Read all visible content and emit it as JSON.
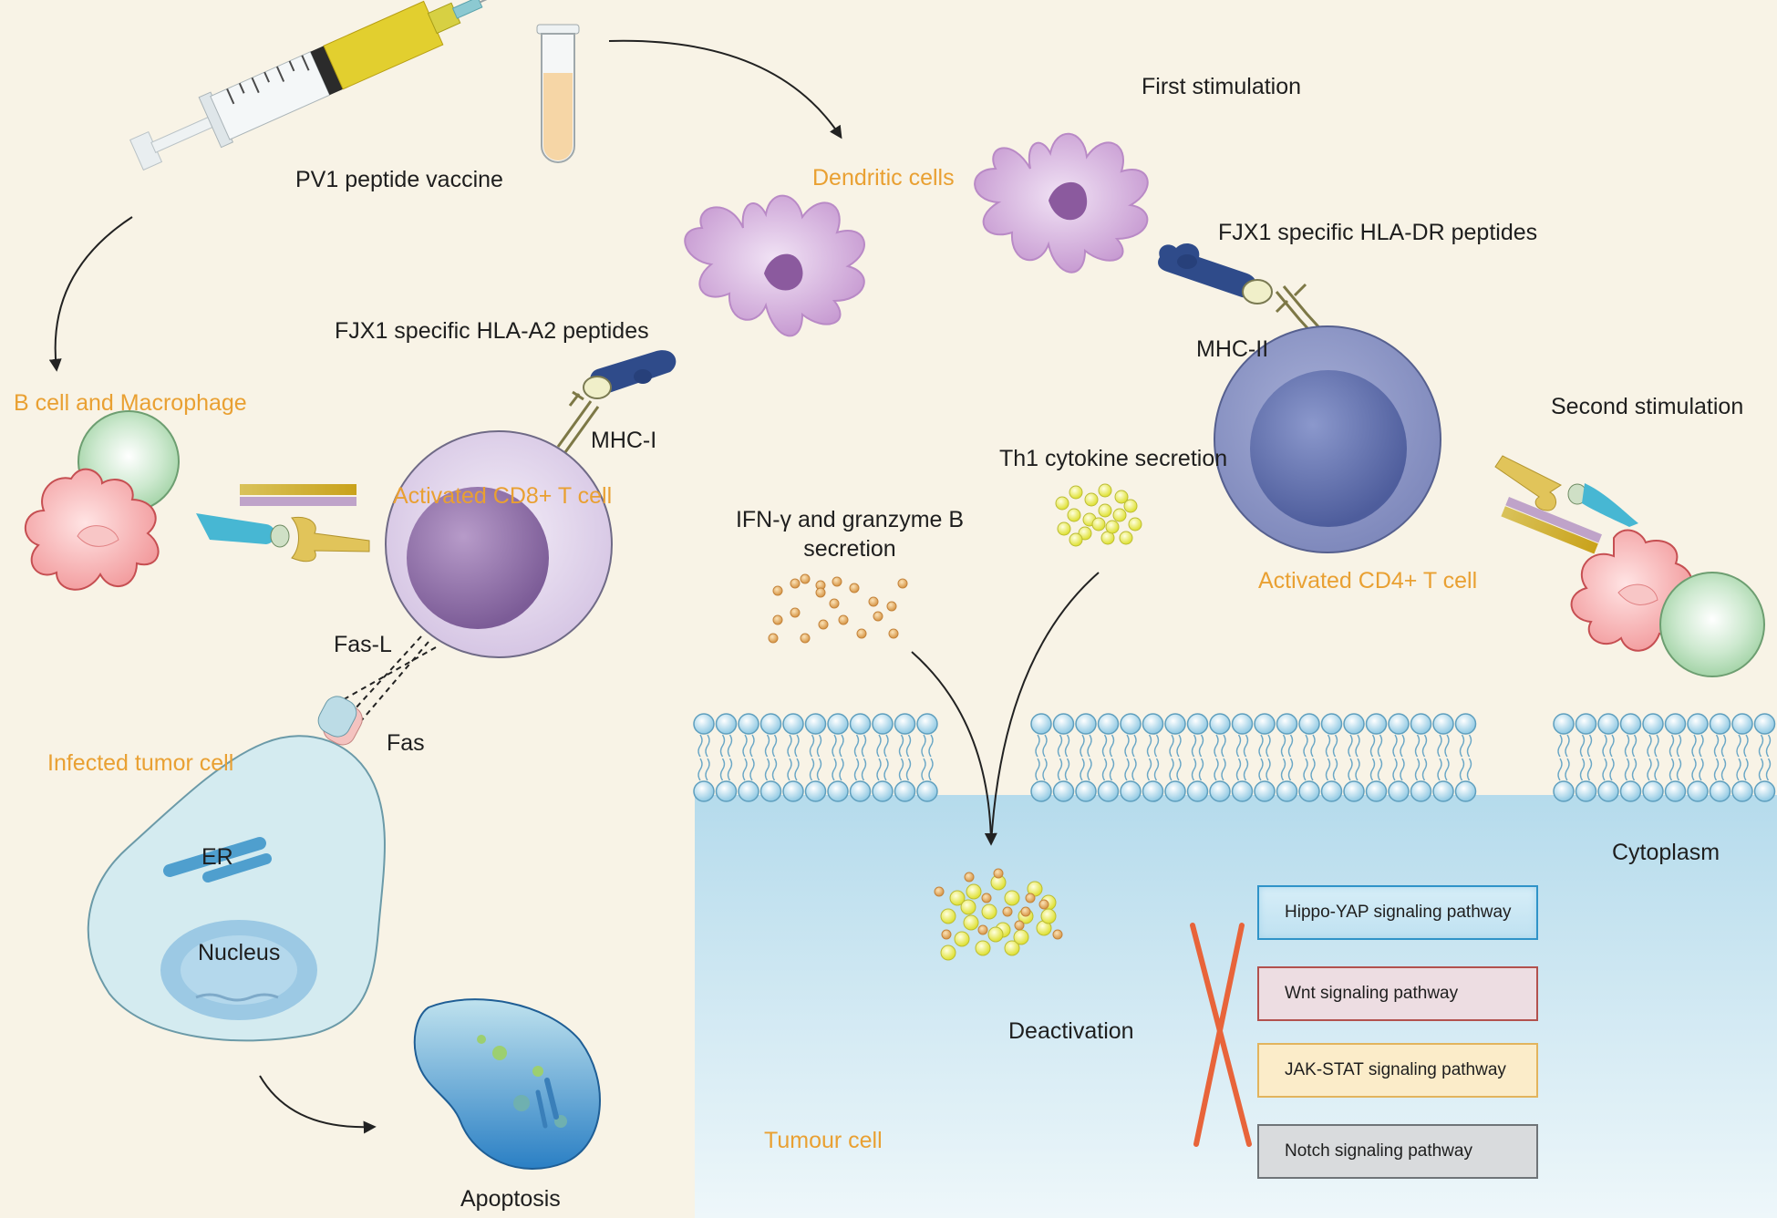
{
  "labels": {
    "vaccine": "PV1 peptide vaccine",
    "first_stimulation": "First stimulation",
    "dendritic_cells": "Dendritic cells",
    "hla_dr": "FJX1 specific HLA-DR peptides",
    "hla_a2": "FJX1 specific HLA-A2 peptides",
    "mhc_ii": "MHC-II",
    "mhc_i": "MHC-I",
    "b_cell_macrophage": "B cell and Macrophage",
    "second_stimulation": "Second stimulation",
    "th1": "Th1 cytokine secretion",
    "cd8": "Activated CD8+ T cell",
    "ifn_line1": "IFN-γ and granzyme B",
    "ifn_line2": "secretion",
    "cd4": "Activated CD4+ T cell",
    "fas_l": "Fas-L",
    "fas": "Fas",
    "infected_tumor": "Infected tumor cell",
    "cytoplasm": "Cytoplasm",
    "er": "ER",
    "nucleus": "Nucleus",
    "deactivation": "Deactivation",
    "tumour_cell": "Tumour cell",
    "apoptosis": "Apoptosis"
  },
  "pathways": [
    "Hippo-YAP signaling pathway",
    "Wnt signaling pathway",
    "JAK-STAT signaling pathway",
    "Notch signaling pathway"
  ],
  "colors": {
    "background": "#f8f3e6",
    "orange_label": "#e9a032",
    "cytoplasm": "#bfe0ee",
    "membrane": "#bfe3f2",
    "dendritic": "#c79bd0",
    "cd8": "#d9c8e6",
    "cd4": "#8d97c4",
    "mhc": "#2f4b8a",
    "cross": "#e8643a"
  },
  "icons": [
    "syringe-icon",
    "test-tube-icon"
  ]
}
